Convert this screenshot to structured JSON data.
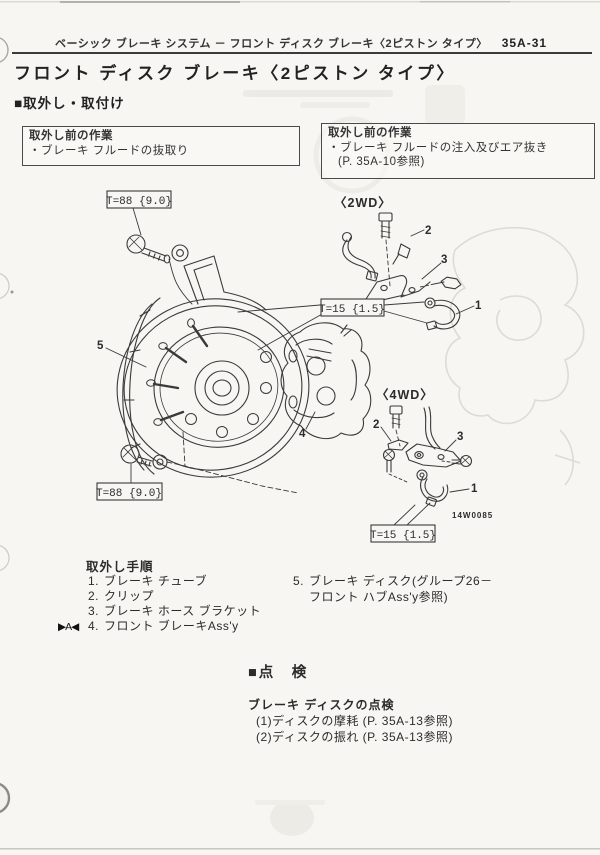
{
  "header": {
    "breadcrumb": "ベーシック ブレーキ システム － フロント ディスク ブレーキ〈2ピストン タイプ〉",
    "page_number": "35A-31"
  },
  "title": "フロント ディスク ブレーキ〈2ピストン タイプ〉",
  "sections": {
    "removal_install_heading": "■取外し・取付け",
    "inspection_heading": "■点　検"
  },
  "pre_work_boxes": {
    "left": {
      "title": "取外し前の作業",
      "item": "・ブレーキ フルードの抜取り"
    },
    "right": {
      "title": "取外し前の作業",
      "item": "・ブレーキ フルードの注入及びエア抜き",
      "ref": "(P. 35A-10参照)"
    }
  },
  "diagram": {
    "variant_2wd": "〈2WD〉",
    "variant_4wd": "〈4WD〉",
    "torque_upper_bolt": "T=88 {9.0}",
    "torque_lower_bolt": "T=88 {9.0}",
    "torque_hose_2wd": "T=15 {1.5}",
    "torque_hose_4wd": "T=15 {1.5}",
    "figure_code": "14W0085",
    "callouts": {
      "c1_2wd": "1",
      "c2_2wd": "2",
      "c3_2wd": "3",
      "c1_4wd": "1",
      "c2_4wd": "2",
      "c3_4wd": "3",
      "c4": "4",
      "c5": "5"
    }
  },
  "removal_steps": {
    "heading": "取外し手順",
    "items": [
      {
        "marker": "",
        "num": "1.",
        "text": "ブレーキ チューブ"
      },
      {
        "marker": "",
        "num": "2.",
        "text": "クリップ"
      },
      {
        "marker": "",
        "num": "3.",
        "text": "ブレーキ ホース ブラケット"
      },
      {
        "marker": "▶A◀",
        "num": "4.",
        "text": "フロント ブレーキAss'y"
      }
    ],
    "item5": {
      "num": "5.",
      "line1": "ブレーキ ディスク(グループ26－",
      "line2": "フロント ハブAss'y参照)"
    }
  },
  "inspection": {
    "subheading": "ブレーキ ディスクの点検",
    "items": [
      "(1)ディスクの摩耗 (P. 35A-13参照)",
      "(2)ディスクの振れ (P. 35A-13参照)"
    ]
  },
  "colors": {
    "ink": "#3a3a3a",
    "paper": "#f7f6f2",
    "ghost": "#dedcd4"
  }
}
